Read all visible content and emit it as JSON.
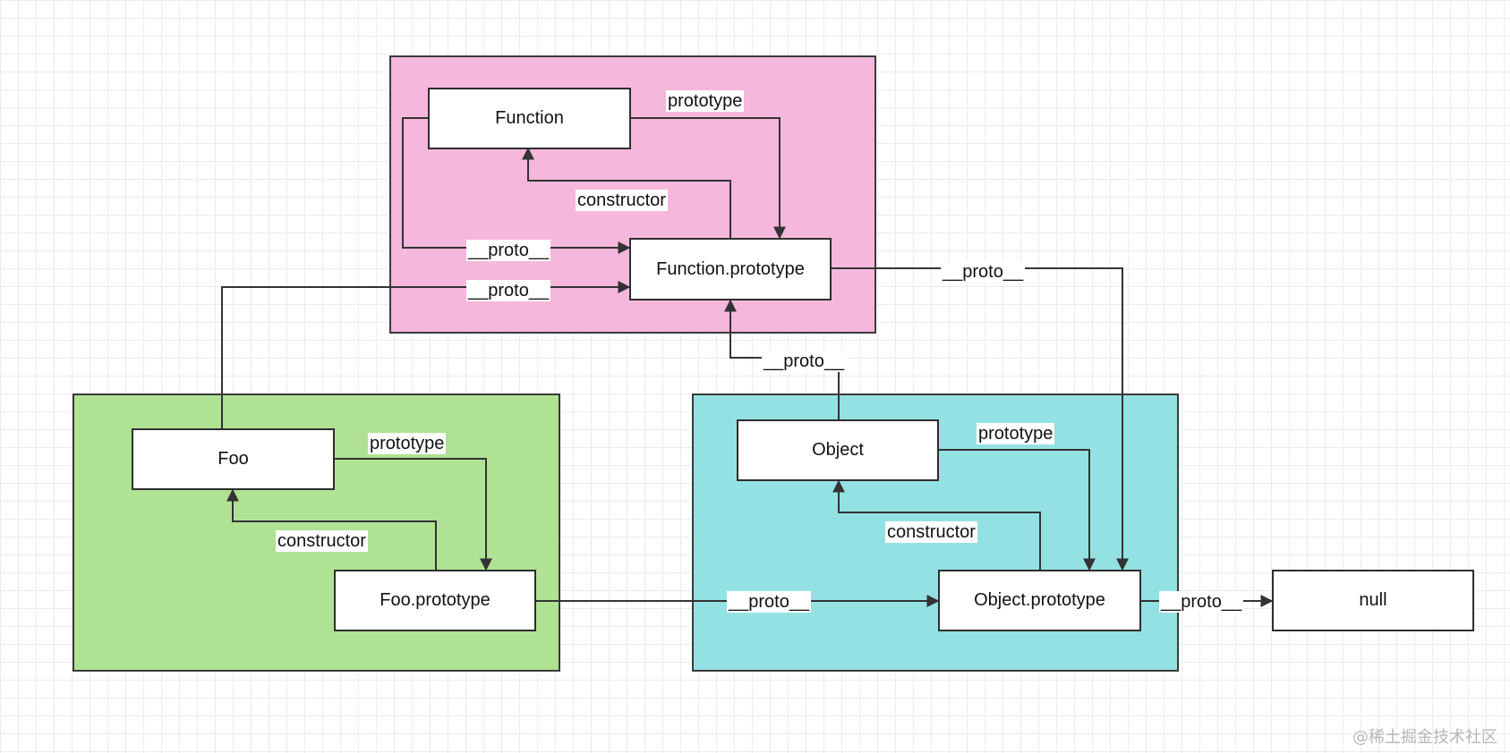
{
  "colors": {
    "function_group": "#f5b8dc",
    "foo_group": "#afe293",
    "object_group": "#94e1e3",
    "line": "#333333"
  },
  "nodes": {
    "function": "Function",
    "function_prototype": "Function.prototype",
    "foo": "Foo",
    "foo_prototype": "Foo.prototype",
    "object": "Object",
    "object_prototype": "Object.prototype",
    "null": "null"
  },
  "edges": {
    "function_prototype": "prototype",
    "function_constructor": "constructor",
    "function_proto": "__proto__",
    "foo_to_function_proto": "__proto__",
    "function_prototype_to_object_prototype": "__proto__",
    "object_to_function_prototype": "__proto__",
    "foo_prototype_label": "prototype",
    "foo_constructor": "constructor",
    "object_prototype_label": "prototype",
    "object_constructor": "constructor",
    "foo_prototype_to_object_prototype": "__proto__",
    "object_prototype_to_null": "__proto__"
  },
  "watermark": "@稀土掘金技术社区"
}
